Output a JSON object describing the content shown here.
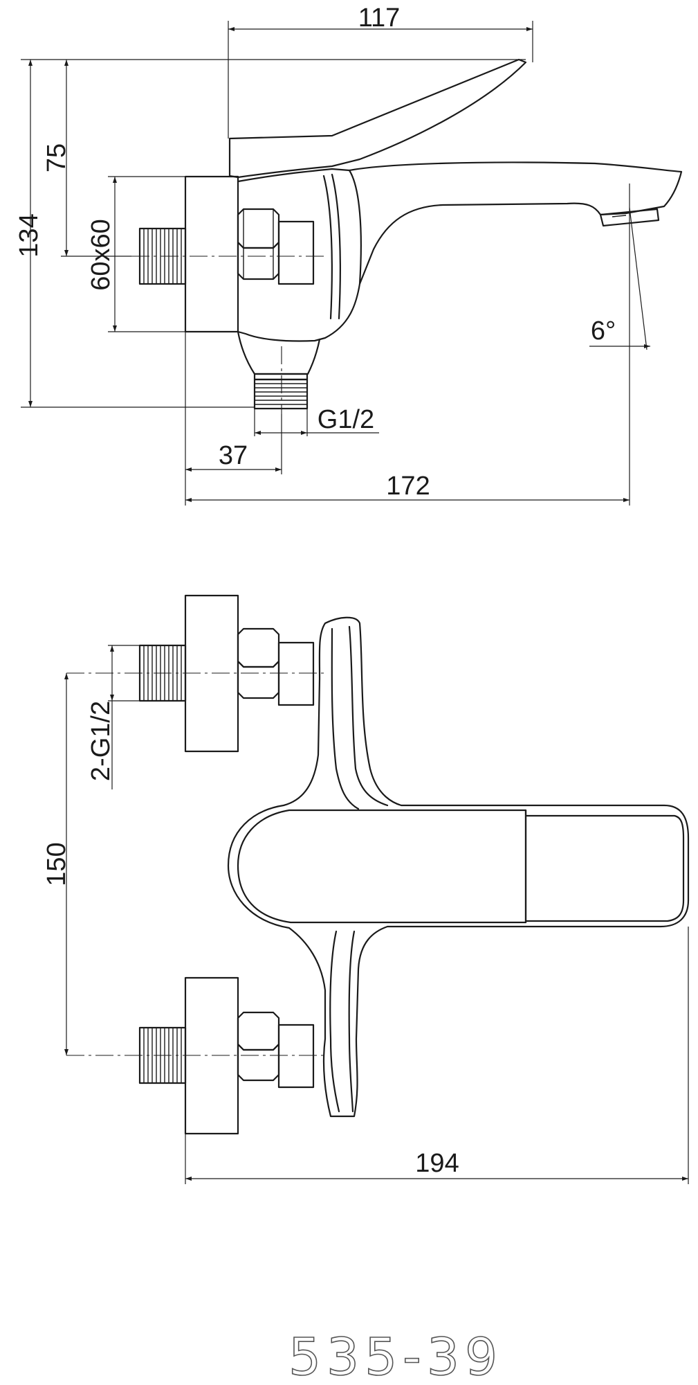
{
  "dimensions": {
    "width_117": "117",
    "height_134": "134",
    "height_75": "75",
    "flange_60x60": "60x60",
    "angle_6": "6°",
    "thread_g12": "G1/2",
    "offset_37": "37",
    "length_172": "172",
    "thread_2g12": "2-G1/2",
    "spacing_150": "150",
    "length_194": "194"
  },
  "model_code": "535-39"
}
